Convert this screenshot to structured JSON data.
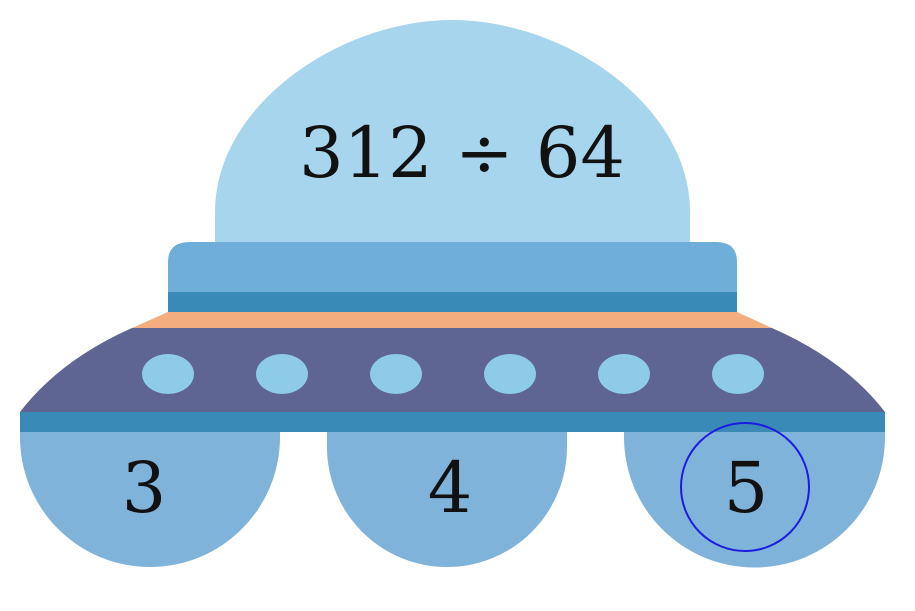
{
  "question": {
    "expression": "312 ÷ 64"
  },
  "answers": [
    {
      "label": "3",
      "selected": false
    },
    {
      "label": "4",
      "selected": false
    },
    {
      "label": "5",
      "selected": true
    }
  ],
  "colors": {
    "dome": "#a8d5ee",
    "upper_hull": "#6eaed8",
    "hull_stripe": "#3a8ab8",
    "orange_band": "#f4ad7f",
    "saucer": "#5e6592",
    "portholes": "#8ecbe9",
    "answer_pods": "#80b3da",
    "selection_ring": "#1c1ce0",
    "text": "#111111"
  },
  "porthole_count": 6
}
